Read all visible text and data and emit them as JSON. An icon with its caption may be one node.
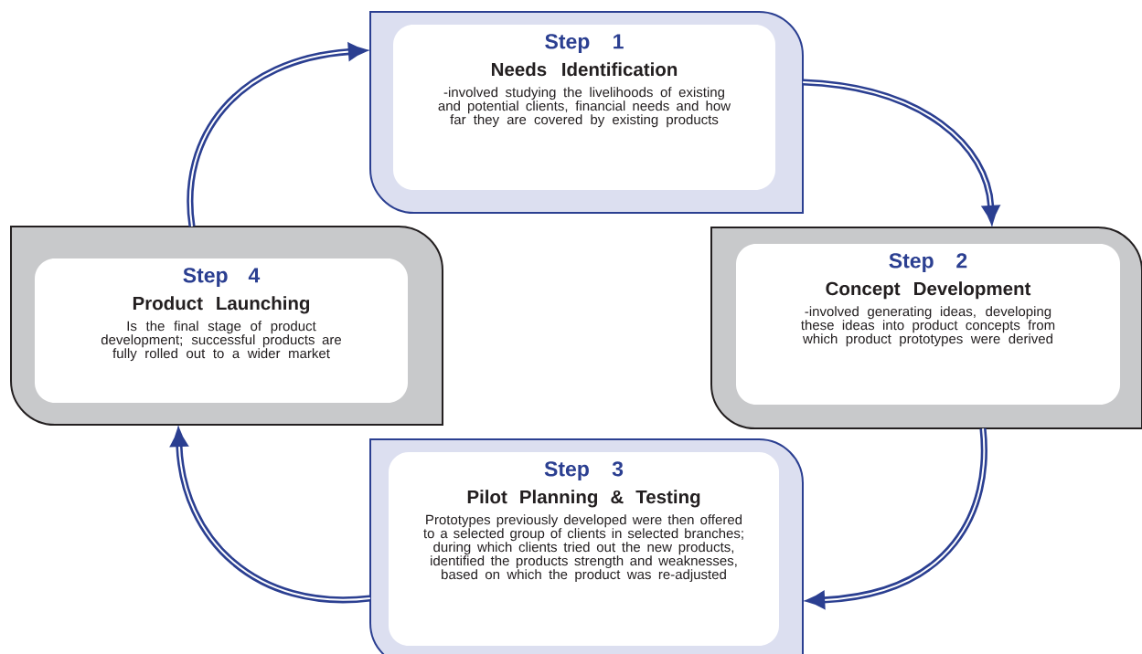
{
  "diagram": {
    "nodes": [
      {
        "text": [
          "Step 1",
          "Needs Identification",
          "-involved studying the livelihoods of existing and potential clients, financial needs and how far they are covered by existing products"
        ]
      },
      {
        "text": [
          "Step 2",
          "Concept Development",
          "-involved generating ideas, developing these ideas into product concepts from which product prototypes were derived"
        ]
      },
      {
        "text": [
          "Step 3",
          "Pilot Planning & Testing",
          "Prototypes previously developed were then offered to a selected group of clients in selected branches; during which clients tried out the new products, identified the products strength and weaknesses, based on which the product was re-adjusted"
        ]
      },
      {
        "text": [
          "Step 4",
          "Product Launching",
          "Is the final stage of product development; successful products are fully rolled out to a wider market"
        ]
      }
    ],
    "edges": [
      {
        "from": 0,
        "to": 1,
        "arrow": "to"
      },
      {
        "from": 1,
        "to": 2,
        "arrow": "to"
      },
      {
        "from": 2,
        "to": 3,
        "arrow": "to"
      },
      {
        "from": 3,
        "to": 0,
        "arrow": "to"
      }
    ]
  }
}
